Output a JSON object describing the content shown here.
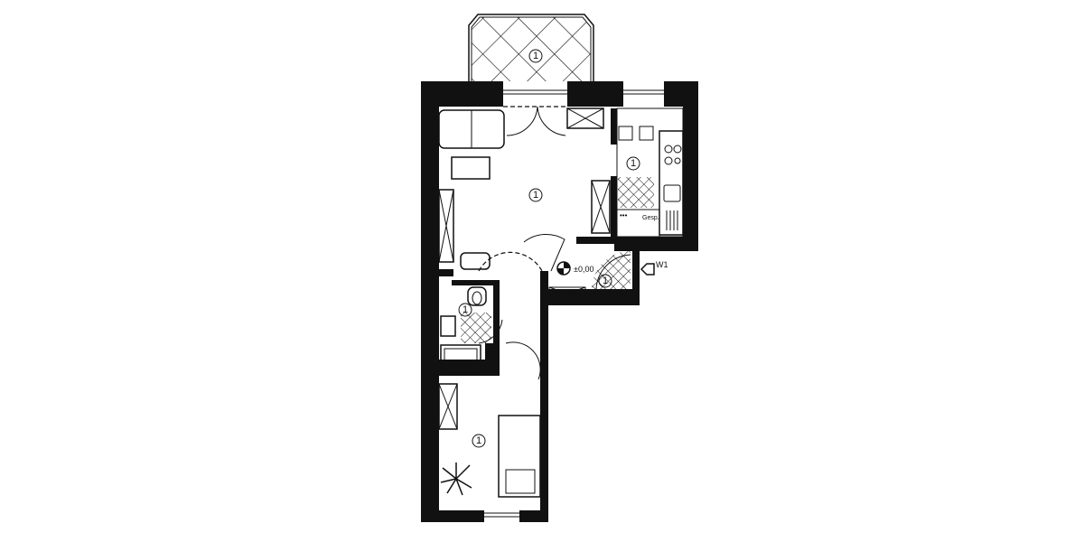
{
  "plan": {
    "room_marker": "1",
    "level_label": "±0,00",
    "entrance_label": "W1",
    "appliance_label": "Gesp.",
    "colors": {
      "wall": "#111111",
      "background": "#ffffff"
    }
  },
  "rooms": [
    {
      "id": "balcony",
      "marker": "1"
    },
    {
      "id": "living",
      "marker": "1"
    },
    {
      "id": "kitchen",
      "marker": "1"
    },
    {
      "id": "entrance",
      "marker": "1"
    },
    {
      "id": "bathroom",
      "marker": "1"
    },
    {
      "id": "bedroom",
      "marker": "1"
    }
  ]
}
